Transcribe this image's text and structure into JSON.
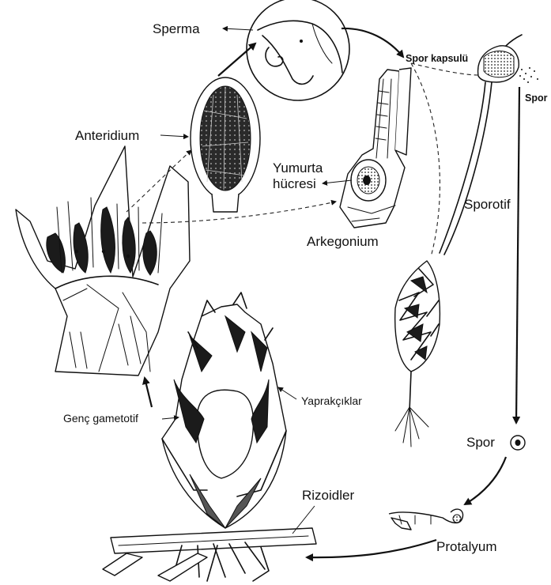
{
  "labels": {
    "sperma": "Sperma",
    "anteridium": "Anteridium",
    "yumurta_1": "Yumurta",
    "yumurta_2": "hücresi",
    "arkegonium": "Arkegonium",
    "spor_kapsulu": "Spor kapsulü",
    "spor_top": "Spor",
    "sporotif": "Sporotif",
    "yaprakciklar": "Yaprakçıklar",
    "genc_gametotif": "Genç gametotif",
    "rizoidler": "Rizoidler",
    "spor": "Spor",
    "protalyum": "Protalyum"
  }
}
